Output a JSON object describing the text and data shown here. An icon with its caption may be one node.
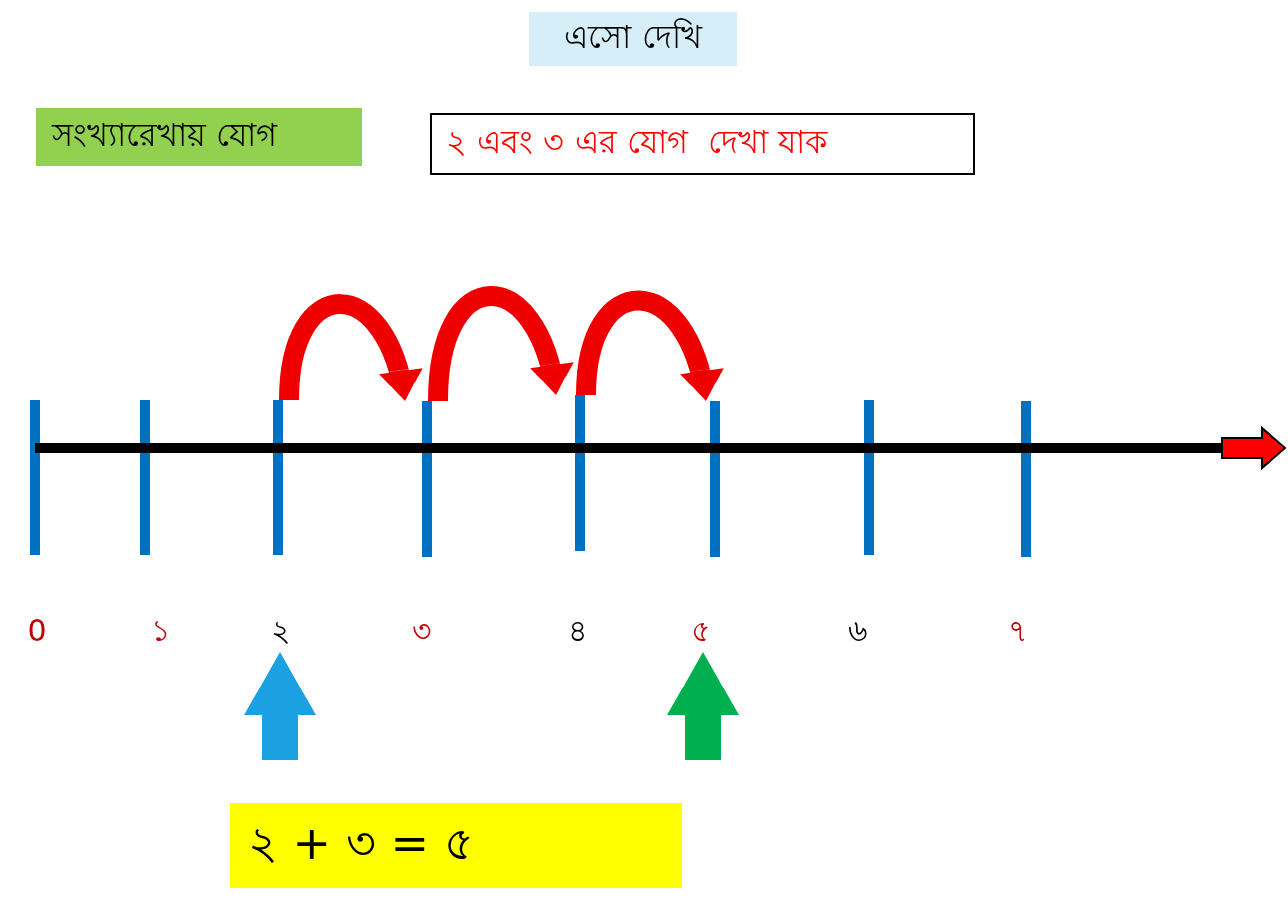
{
  "diagram": {
    "title": "এসো দেখি",
    "nodes": [
      {
        "text": [
          "সংখ্যারেখায় যোগ"
        ]
      },
      {
        "text": [
          "২ এবং ৩ এর যোগ  দেখা যাক"
        ]
      },
      {
        "text": [],
        "shape": "bar",
        "beside": [
          "0"
        ]
      },
      {
        "text": [],
        "shape": "bar",
        "beside": [
          "১"
        ]
      },
      {
        "text": [],
        "shape": "bar",
        "beside": [
          "২"
        ]
      },
      {
        "text": [],
        "shape": "bar",
        "beside": [
          "৩"
        ]
      },
      {
        "text": [],
        "shape": "bar",
        "beside": [
          "৪"
        ]
      },
      {
        "text": [],
        "shape": "bar",
        "beside": [
          "৫"
        ]
      },
      {
        "text": [],
        "shape": "bar",
        "beside": [
          "৬"
        ]
      },
      {
        "text": [],
        "shape": "bar",
        "beside": [
          "৭"
        ]
      },
      {
        "text": [
          "২ + ৩ = ৫"
        ]
      }
    ],
    "edges": [
      {
        "from": 4,
        "to": 5,
        "arrow": "to"
      },
      {
        "from": 5,
        "to": 6,
        "arrow": "to"
      },
      {
        "from": 6,
        "to": 7,
        "arrow": "to"
      },
      {
        "from": null,
        "to": 4,
        "arrow": "to",
        "style": "thick",
        "color": "#1ba1e2"
      },
      {
        "from": null,
        "to": 7,
        "arrow": "to",
        "style": "thick",
        "color": "#00b050"
      }
    ]
  }
}
